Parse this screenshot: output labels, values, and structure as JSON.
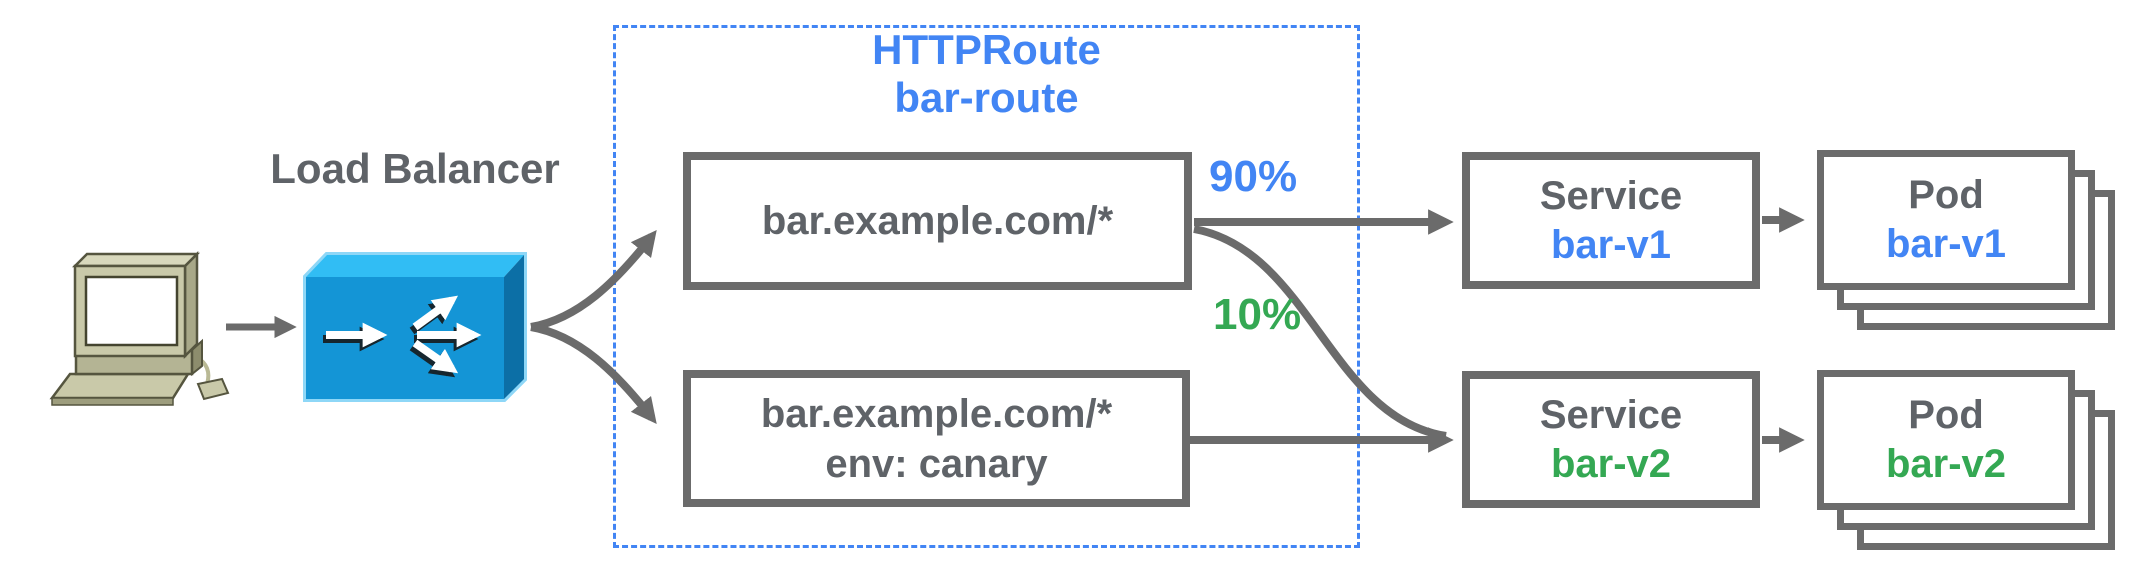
{
  "labels": {
    "load_balancer": "Load Balancer",
    "route_title_line1": "HTTPRoute",
    "route_title_line2": "bar-route",
    "weight_primary": "90%",
    "weight_canary": "10%"
  },
  "route_rules": [
    {
      "line1": "bar.example.com/*"
    },
    {
      "line1": "bar.example.com/*",
      "line2": "env: canary"
    }
  ],
  "services": [
    {
      "kind": "Service",
      "name": "bar-v1"
    },
    {
      "kind": "Service",
      "name": "bar-v2"
    }
  ],
  "pods": [
    {
      "kind": "Pod",
      "name": "bar-v1"
    },
    {
      "kind": "Pod",
      "name": "bar-v2"
    }
  ],
  "icons": {
    "client": "computer-icon",
    "load_balancer": "load-balancer-icon"
  },
  "palette": {
    "accent_blue": "#4285f4",
    "accent_green": "#34a853",
    "line_gray": "#6b6b6b",
    "text_gray": "#5f6368",
    "lb_top": "#31bdf4",
    "lb_front": "#1495d6",
    "lb_side": "#0c6fa6",
    "computer_body": "#c9c9a9"
  }
}
